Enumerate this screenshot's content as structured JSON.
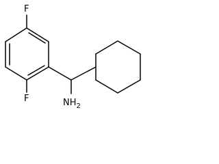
{
  "molecule": {
    "atom_labels": {
      "fluorine_top": "F",
      "fluorine_bottom": "F",
      "amine": "NH2"
    }
  }
}
